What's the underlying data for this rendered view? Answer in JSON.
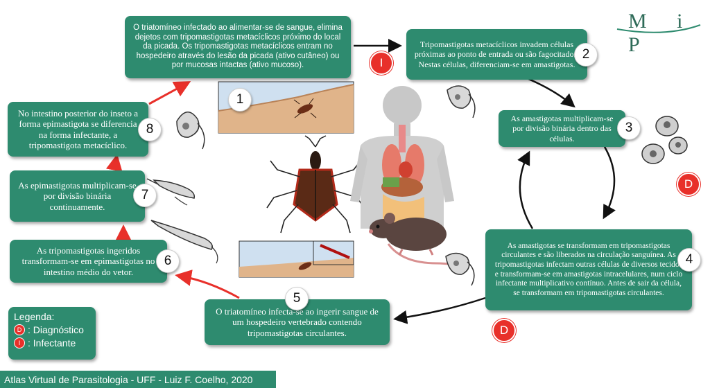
{
  "logo": {
    "text": "M i P"
  },
  "steps": [
    {
      "num": "1",
      "text": "O triatomíneo infectado ao alimentar-se de sangue, elimina dejetos com tripomastigotas metacíclicos próximo do local da picada. Os tripomastigotas metacíclicos entram no hospedeiro através do lesão da picada (ativo cutâneo) ou por mucosas intactas (ativo mucoso)."
    },
    {
      "num": "2",
      "text": "Tripomastigotas metacíclicos invadem células próximas ao ponto de entrada ou são fagocitados. Nestas células, diferenciam-se em amastigotas."
    },
    {
      "num": "3",
      "text": "As amastigotas multiplicam-se por divisão binária dentro das células."
    },
    {
      "num": "4",
      "text": "As amastigotas se transformam em tripomastigotas circulantes e são liberados na circulação sanguínea. As tripomastigotas infectam outras células de diversos tecidos e transformam-se em amastigotas intracelulares, num ciclo infectante multiplicativo contínuo. Antes de sair da célula, se transformam em tripomastigotas circulantes."
    },
    {
      "num": "5",
      "text": "O triatomíneo infecta-se ao ingerir sangue de um hospedeiro vertebrado contendo tripomastigotas circulantes."
    },
    {
      "num": "6",
      "text": "As tripomastigotas ingeridos transformam-se em epimastigotas no intestino médio do vetor."
    },
    {
      "num": "7",
      "text": "As epimastigotas multiplicam-se por divisão binária continuamente."
    },
    {
      "num": "8",
      "text": "No intestino posterior do inseto a forma epimastigota se diferencia na forma infectante, a tripomastigota metacíclico."
    }
  ],
  "badges": {
    "infectante": "I",
    "diagnostico": "D"
  },
  "legend": {
    "title": "Legenda:",
    "diagnostico": ": Diagnóstico",
    "infectante": ": Infectante",
    "d": "D",
    "i": "I"
  },
  "footer": "Atlas Virtual de Parasitologia - UFF - Luiz F. Coelho, 2020",
  "colors": {
    "box": "#2e8b6f",
    "red_arrow": "#e8302a",
    "badge": "#e8302a"
  }
}
